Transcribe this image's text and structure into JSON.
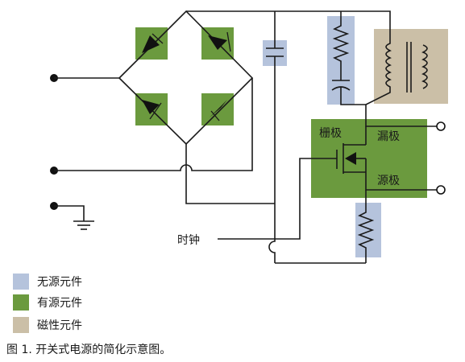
{
  "colors": {
    "passive": "#b5c3dc",
    "active": "#6b9a3e",
    "magnetic": "#cbbfa7",
    "wire": "#1a1a1a"
  },
  "labels": {
    "gate": "栅极",
    "drain": "漏极",
    "source": "源极",
    "clock": "时钟"
  },
  "legend": [
    {
      "label": "无源元件",
      "color": "#b5c3dc"
    },
    {
      "label": "有源元件",
      "color": "#6b9a3e"
    },
    {
      "label": "磁性元件",
      "color": "#cbbfa7"
    }
  ],
  "caption": "图 1. 开关式电源的简化示意图。"
}
